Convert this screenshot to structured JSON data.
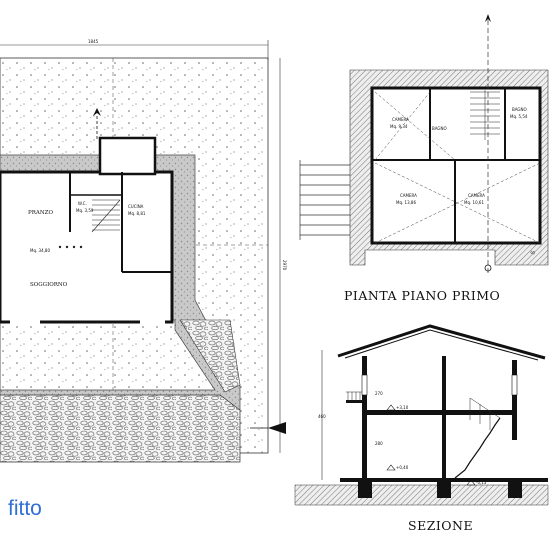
{
  "titles": {
    "pianta_piano_primo": "PIANTA PIANO PRIMO",
    "sezione": "SEZIONE"
  },
  "watermark": {
    "text": "fitto",
    "color": "#2f6fd6"
  },
  "ground_floor": {
    "rooms": [
      {
        "name": "PRANZO",
        "area": ""
      },
      {
        "name": "SOGGIORNO",
        "area": "Mq. 34,80"
      },
      {
        "name": "W.C.",
        "area": "Mq. 3,59"
      },
      {
        "name": "CUCINA",
        "area": "Mq. 8,81"
      }
    ]
  },
  "first_floor": {
    "rooms": [
      {
        "name": "CAMERA",
        "area": "Mq. 9,34"
      },
      {
        "name": "BAGNO",
        "area": "Mq. 5,54"
      },
      {
        "name": "CAMERA",
        "area": "Mq. 13,86"
      },
      {
        "name": "CAMERA",
        "area": "Mq. 10,61"
      },
      {
        "name": "BAGNO",
        "area": ""
      }
    ]
  },
  "section": {
    "levels": [
      "+3,10",
      "+0,40",
      "-0,13"
    ]
  }
}
